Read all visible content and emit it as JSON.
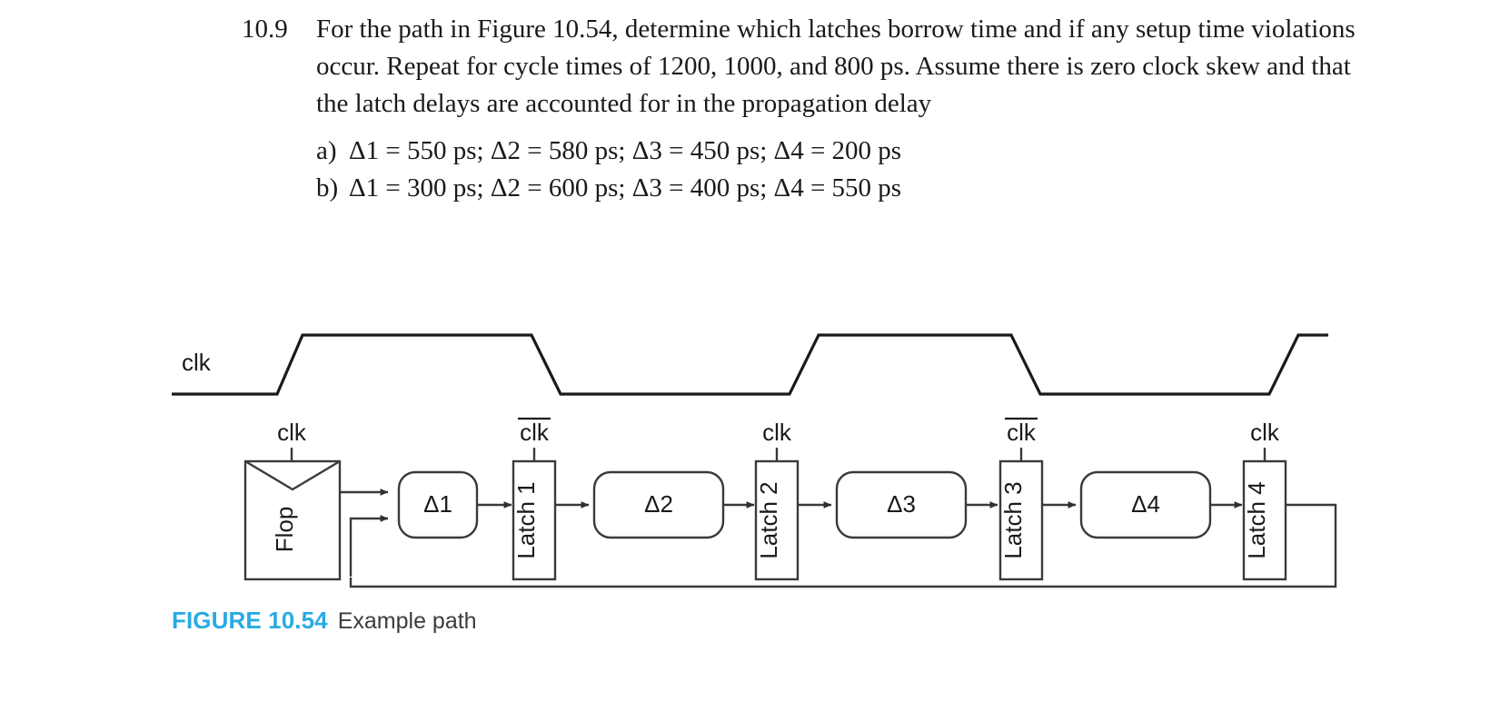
{
  "problem": {
    "number": "10.9",
    "paragraph": "For the path in Figure 10.54, determine which latches borrow time and if any setup time violations occur. Repeat for cycle times of 1200, 1000, and 800 ps. Assume there is zero clock skew and that the latch delays are accounted for in the propagation delay",
    "subparts": [
      {
        "marker": "a)",
        "text": "Δ1 = 550 ps; Δ2 = 580 ps; Δ3 = 450 ps; Δ4 = 200 ps"
      },
      {
        "marker": "b)",
        "text": "Δ1 = 300 ps; Δ2 = 600 ps; Δ3 = 400 ps; Δ4 = 550 ps"
      }
    ]
  },
  "figure": {
    "waveform_label": "clk",
    "flop": {
      "label": "Flop",
      "clock_label": "clk"
    },
    "stages": [
      {
        "delay_label": "Δ1",
        "latch_label": "Latch 1",
        "clock_label": "clk",
        "clock_inverted": true
      },
      {
        "delay_label": "Δ2",
        "latch_label": "Latch 2",
        "clock_label": "clk",
        "clock_inverted": false
      },
      {
        "delay_label": "Δ3",
        "latch_label": "Latch 3",
        "clock_label": "clk",
        "clock_inverted": true
      },
      {
        "delay_label": "Δ4",
        "latch_label": "Latch 4",
        "clock_label": "clk",
        "clock_inverted": false
      }
    ],
    "line_color": "#3a3a3a",
    "waveform_color": "#1a1a1a"
  },
  "caption": {
    "label": "FIGURE 10.54",
    "title": "Example path",
    "label_color": "#29abe2"
  }
}
